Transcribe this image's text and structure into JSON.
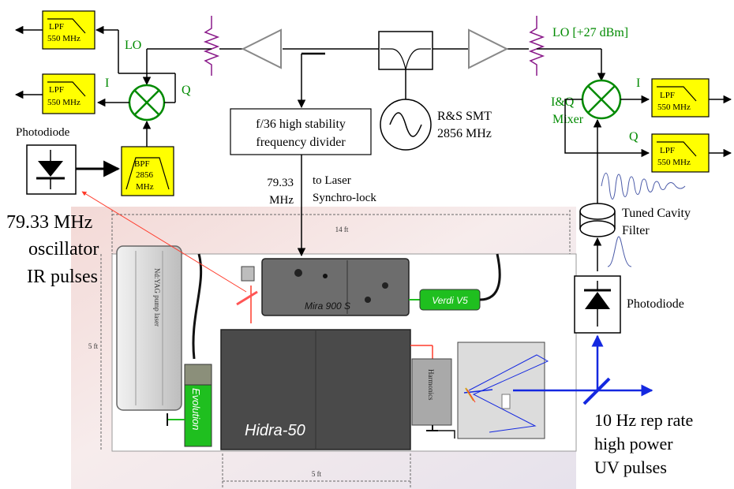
{
  "filters": {
    "lpf_top_left": {
      "line1": "LPF",
      "line2": "550 MHz"
    },
    "lpf_mid_left": {
      "line1": "LPF",
      "line2": "550 MHz"
    },
    "bpf_left": {
      "line1": "BPF",
      "line2": "2856",
      "line3": "MHz"
    },
    "lpf_right_i": {
      "line1": "LPF",
      "line2": "550 MHz"
    },
    "lpf_right_q": {
      "line1": "LPF",
      "line2": "550 MHz"
    }
  },
  "mixer_left": {
    "lo": "LO",
    "i": "I",
    "q": "Q"
  },
  "mixer_right": {
    "lo": "LO [+27 dBm]",
    "i": "I",
    "q": "Q",
    "name_line1": "I&Q",
    "name_line2": "Mixer"
  },
  "divider": {
    "line1": "f/36 high stability",
    "line2": "frequency divider"
  },
  "source": {
    "line1": "R&S SMT",
    "line2": "2856 MHz"
  },
  "divider_out": {
    "freq_line1": "79.33",
    "freq_line2": "MHz",
    "to_line1": "to Laser",
    "to_line2": "Synchro-lock"
  },
  "photodiode_left": "Photodiode",
  "photodiode_right": "Photodiode",
  "cavity": {
    "line1": "Tuned Cavity",
    "line2": "Filter"
  },
  "oscillator": {
    "line1": "79.33 MHz",
    "line2": "oscillator",
    "line3": "IR  pulses"
  },
  "output": {
    "line1": "10 Hz rep rate",
    "line2": "high power",
    "line3": "UV pulses"
  },
  "laser_table": {
    "dim_top": "14 ft",
    "dim_left": "5 ft",
    "dim_bottom": "5 ft",
    "pump_laser": "Nd:YAG pump laser",
    "mira": "Mira 900 S",
    "verdi": "Verdi V5",
    "evolution": "Evolution",
    "hidra": "Hidra-50",
    "harmonics": "Harmonics"
  },
  "colors": {
    "filter_fill": "#ffff00",
    "green_label": "#008a00",
    "attenuator": "#8a1a8a",
    "uv_beam": "#1428e0",
    "ir_beam": "#ff3b2b",
    "verdi_green": "#1fbf1f"
  }
}
